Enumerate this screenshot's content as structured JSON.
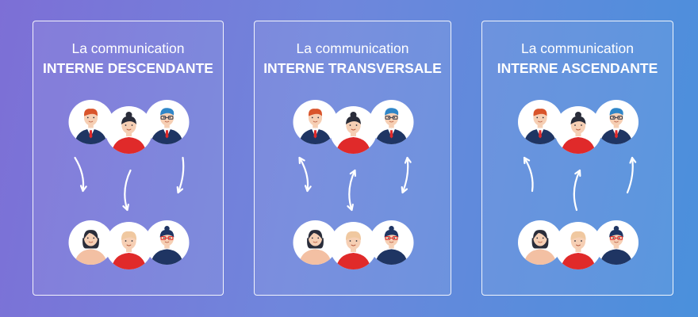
{
  "panels": [
    {
      "title_line1": "La communication",
      "title_line2": "INTERNE DESCENDANTE",
      "arrow_direction": "down"
    },
    {
      "title_line1": "La communication",
      "title_line2": "INTERNE TRANSVERSALE",
      "arrow_direction": "both"
    },
    {
      "title_line1": "La communication",
      "title_line2": "INTERNE ASCENDANTE",
      "arrow_direction": "up"
    }
  ],
  "colors": {
    "background_start": "#7d6fd6",
    "background_end": "#4a90dc",
    "panel_border": "#ffffff",
    "title_text": "#ffffff",
    "arrow": "#ffffff",
    "suit_navy": "#1f3563",
    "shirt_red": "#e02a2a",
    "hair_orange": "#d9542b",
    "hair_blue": "#2f86c8",
    "hair_dark": "#2a2d3a",
    "hair_blond": "#f0c8a0",
    "skin": "#f6cfb4"
  },
  "icons": {
    "top_row": [
      "manager-orange-hair-icon",
      "manager-woman-red-icon",
      "manager-blue-hair-glasses-icon"
    ],
    "bottom_row": [
      "employee-woman-dark-hair-icon",
      "employee-blond-man-icon",
      "employee-woman-glasses-icon"
    ]
  }
}
